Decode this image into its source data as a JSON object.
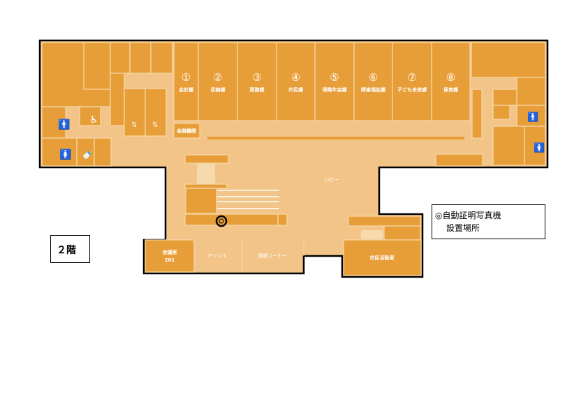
{
  "floor_label": "２階",
  "legend": {
    "line1": "◎自動証明写真機",
    "line2": "設置場所"
  },
  "departments": [
    {
      "num": "①",
      "name": "会計課"
    },
    {
      "num": "②",
      "name": "収納課"
    },
    {
      "num": "③",
      "name": "税務課"
    },
    {
      "num": "④",
      "name": "市民課"
    },
    {
      "num": "⑤",
      "name": "保険年金課"
    },
    {
      "num": "⑥",
      "name": "障害福祉課"
    },
    {
      "num": "⑦",
      "name": "子ども未来課"
    },
    {
      "num": "⑧",
      "name": "保育課"
    }
  ],
  "rooms": {
    "bank": "金融機関",
    "lobby": "ロビー",
    "meeting1": "会議室",
    "meeting2": "201",
    "associe": "アソシエ",
    "info": "情報コーナー",
    "civic": "市民活動室"
  },
  "colors": {
    "room": "#e89e38",
    "floor": "#f2c487"
  }
}
